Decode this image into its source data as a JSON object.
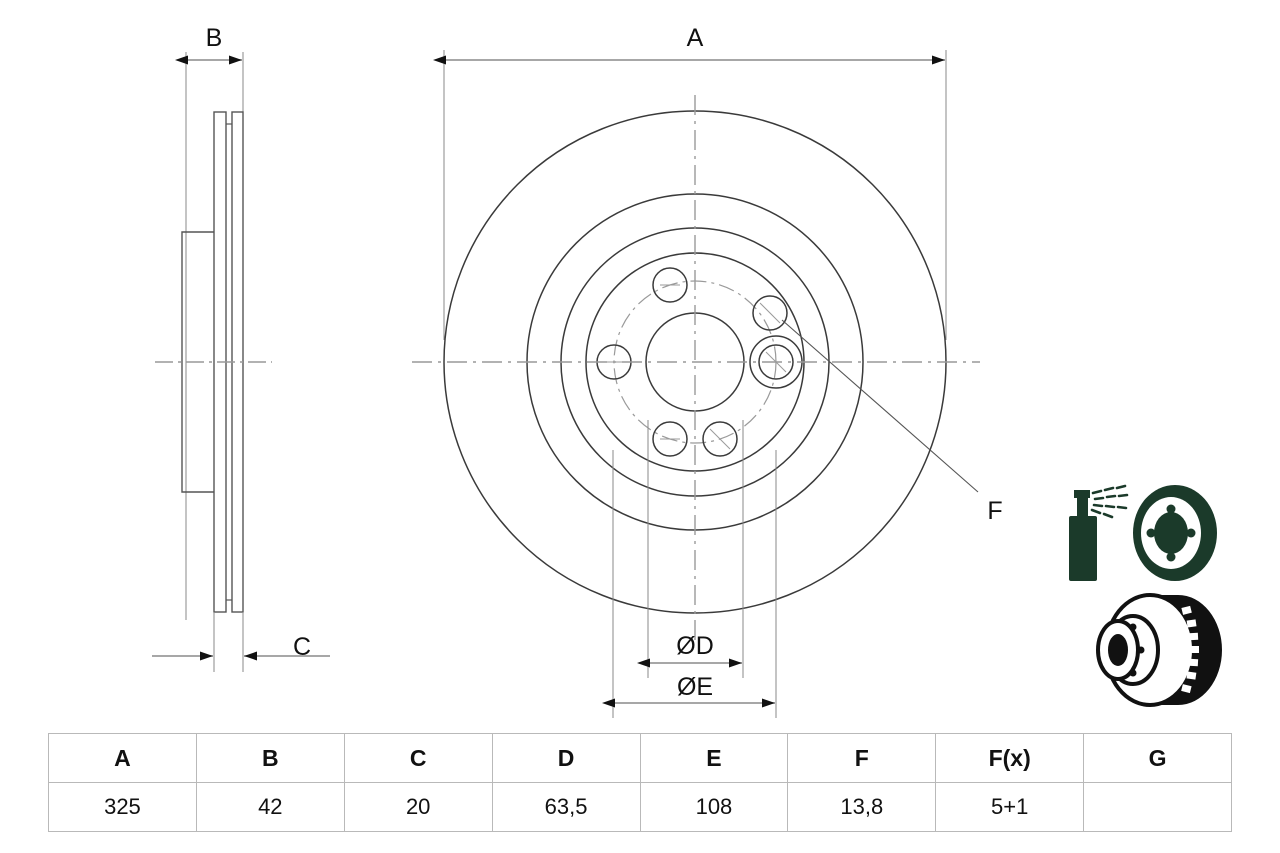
{
  "drawing": {
    "title": "Brake disc technical drawing",
    "dimension_labels": {
      "a": "A",
      "b": "B",
      "c": "C",
      "d": "ØD",
      "e": "ØE",
      "f": "F"
    }
  },
  "icons": {
    "coating_icon_name": "spray-can-coated-disc-icon",
    "vented_icon_name": "vented-disc-3d-icon",
    "icon_color": "#1b3a2a"
  },
  "table": {
    "headers": [
      "A",
      "B",
      "C",
      "D",
      "E",
      "F",
      "F(x)",
      "G"
    ],
    "rows": [
      [
        "325",
        "42",
        "20",
        "63,5",
        "108",
        "13,8",
        "5+1",
        ""
      ]
    ]
  },
  "chart_data": {
    "type": "table",
    "title": "Brake disc dimensions",
    "categories": [
      "A",
      "B",
      "C",
      "D",
      "E",
      "F",
      "F(x)",
      "G"
    ],
    "values": [
      "325",
      "42",
      "20",
      "63,5",
      "108",
      "13,8",
      "5+1",
      ""
    ]
  },
  "colors": {
    "line": "#333333",
    "thin_line": "#777777",
    "center_line": "#999999",
    "text": "#111111",
    "table_border": "#b9b9b9",
    "background": "#ffffff"
  }
}
